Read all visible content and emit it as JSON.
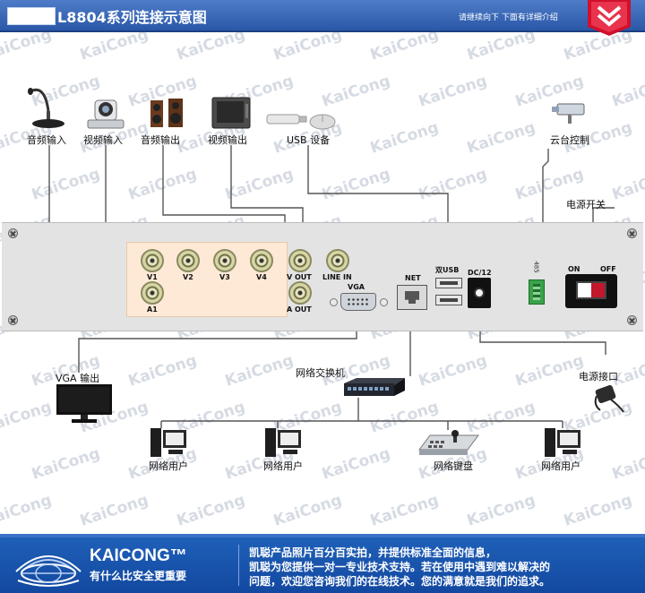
{
  "header": {
    "title": "L8804系列连接示意图",
    "hint": "请继续向下 下面有详细介绍"
  },
  "watermark": {
    "text": "KaiCong"
  },
  "peripherals": {
    "audio_in": "音频输入",
    "video_in": "视频输入",
    "audio_out": "音频输出",
    "video_out": "视频输出",
    "usb_device": "USB 设备",
    "ptz_control": "云台控制",
    "power_switch": "电源开关"
  },
  "device_ports": {
    "v1": "V1",
    "v2": "V2",
    "v3": "V3",
    "v4": "V4",
    "a1": "A1",
    "v_out": "V OUT",
    "a_out": "A OUT",
    "line_in": "LINE IN",
    "vga": "VGA",
    "net": "NET",
    "dual_usb": "双USB",
    "dc": "DC/12",
    "r485": "485",
    "on": "ON",
    "off": "OFF"
  },
  "network": {
    "vga_output": "VGA 输出",
    "switch": "网络交换机",
    "power_port": "电源接口",
    "user_1": "网络用户",
    "user_2": "网络用户",
    "keyboard": "网络键盘",
    "user_3": "网络用户"
  },
  "footer": {
    "brand": "KAICONG™",
    "slogan": "有什么比安全更重要",
    "line1": "凯聪产品照片百分百实拍，并提供标准全面的信息，",
    "line2": "凯聪为您提供一对一专业技术支持。若在使用中遇到难以解决的",
    "line3": "问题，欢迎您咨询我们的在线技术。您的满意就是我们的追求。"
  },
  "colors": {
    "header_blue": "#2a58a8",
    "footer_blue": "#1348a0",
    "badge_red": "#d0102c",
    "panel_peach": "#fde9d6"
  }
}
